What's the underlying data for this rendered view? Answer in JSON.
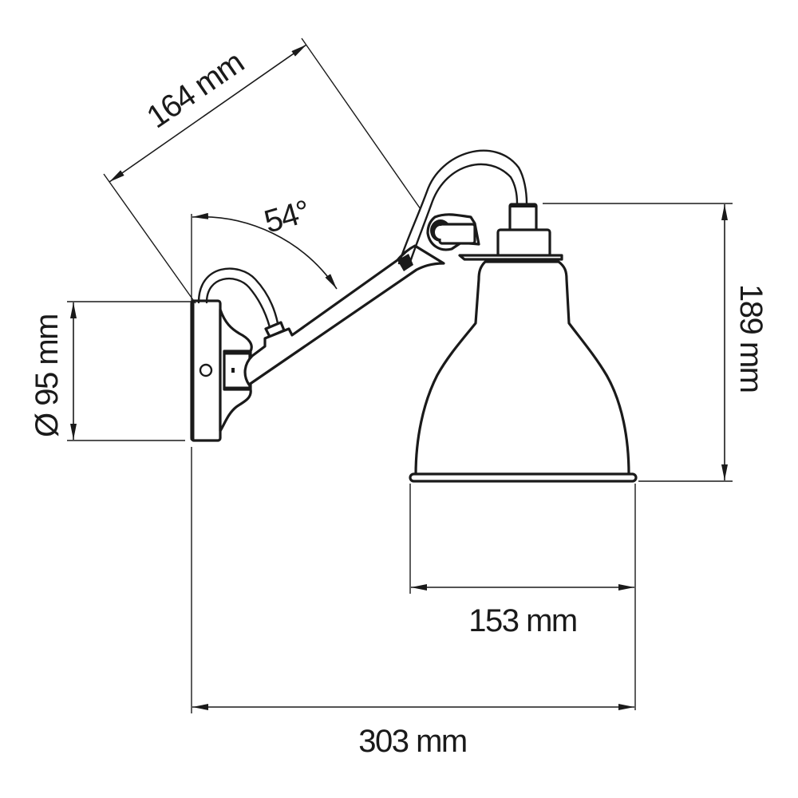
{
  "drawing": {
    "subject": "Wall lamp technical dimension drawing",
    "colors": {
      "line": "#1a1a1a",
      "background": "#ffffff"
    },
    "dimensions": {
      "arm_length": {
        "label": "164 mm",
        "value": 164,
        "unit": "mm"
      },
      "arm_angle": {
        "label": "54°",
        "value": 54,
        "unit": "deg"
      },
      "base_diameter": {
        "label": "Ø 95 mm",
        "value": 95,
        "unit": "mm"
      },
      "shade_height": {
        "label": "189 mm",
        "value": 189,
        "unit": "mm"
      },
      "shade_diameter": {
        "label": "153 mm",
        "value": 153,
        "unit": "mm"
      },
      "total_depth": {
        "label": "303 mm",
        "value": 303,
        "unit": "mm"
      }
    }
  }
}
